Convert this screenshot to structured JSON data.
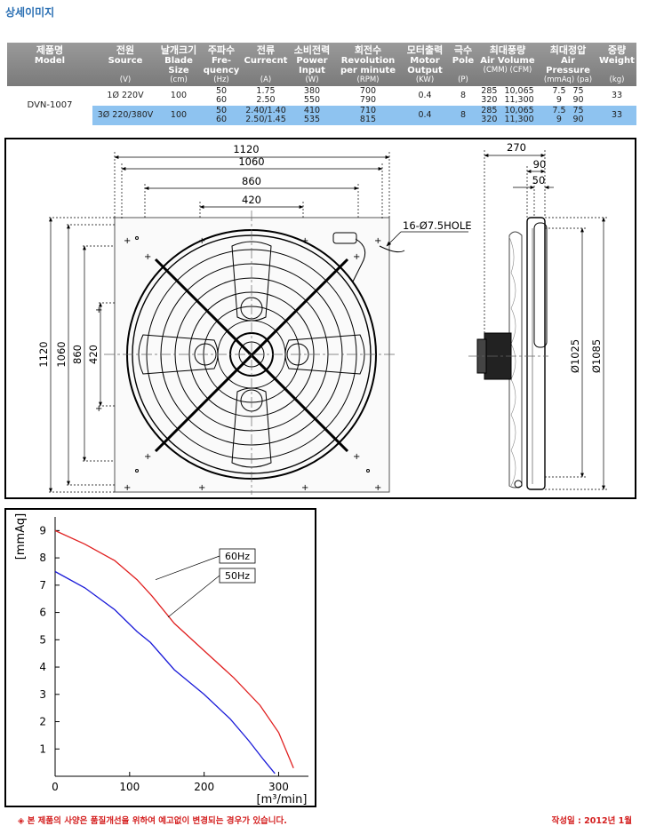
{
  "section_title": "상세이미지",
  "table": {
    "headers": [
      {
        "ko": "제품명",
        "en": "Model",
        "unit": ""
      },
      {
        "ko": "전원",
        "en": "Source",
        "unit": "(V)"
      },
      {
        "ko": "날개크기",
        "en": "Blade Size",
        "unit": "(cm)"
      },
      {
        "ko": "주파수",
        "en": "Fre- quency",
        "unit": "(Hz)"
      },
      {
        "ko": "전류",
        "en": "Currecnt",
        "unit": "(A)"
      },
      {
        "ko": "소비전력",
        "en": "Power Input",
        "unit": "(W)"
      },
      {
        "ko": "회전수",
        "en": "Revolution per minute",
        "unit": "(RPM)"
      },
      {
        "ko": "모터출력",
        "en": "Motor Output",
        "unit": "(KW)"
      },
      {
        "ko": "극수",
        "en": "Pole",
        "unit": "(P)"
      },
      {
        "ko": "최대풍량",
        "en": "Air Volume",
        "unit": "(CMM)  (CFM)"
      },
      {
        "ko": "최대정압",
        "en": "Air Pressure",
        "unit": "(mmAq)  (pa)"
      },
      {
        "ko": "중량",
        "en": "Weight",
        "unit": "(kg)"
      }
    ],
    "model": "DVN-1007",
    "rows": [
      {
        "source": "1Ø 220V",
        "blade": "100",
        "freq": [
          "50",
          "60"
        ],
        "current": [
          "1.75",
          "2.50"
        ],
        "power": [
          "380",
          "550"
        ],
        "rpm": [
          "700",
          "790"
        ],
        "motor": "0.4",
        "pole": "8",
        "cmm": [
          "285",
          "320"
        ],
        "cfm": [
          "10,065",
          "11,300"
        ],
        "mmaq": [
          "7.5",
          "9"
        ],
        "pa": [
          "75",
          "90"
        ],
        "weight": "33"
      },
      {
        "source": "3Ø 220/380V",
        "blade": "100",
        "freq": [
          "50",
          "60"
        ],
        "current": [
          "2.40/1.40",
          "2.50/1.45"
        ],
        "power": [
          "410",
          "535"
        ],
        "rpm": [
          "710",
          "815"
        ],
        "motor": "0.4",
        "pole": "8",
        "cmm": [
          "285",
          "320"
        ],
        "cfm": [
          "10,065",
          "11,300"
        ],
        "mmaq": [
          "7.5",
          "9"
        ],
        "pa": [
          "75",
          "90"
        ],
        "weight": "33"
      }
    ]
  },
  "drawing": {
    "front_dims": {
      "w1": "1120",
      "w2": "1060",
      "w3": "860",
      "w4": "420",
      "h1": "1120",
      "h2": "1060",
      "h3": "860",
      "h4": "420",
      "hole": "16-Ø7.5HOLE"
    },
    "side_dims": {
      "d1": "270",
      "d2": "90",
      "d3": "50",
      "dia1": "Ø1025",
      "dia2": "Ø1085"
    }
  },
  "chart_data": {
    "type": "line",
    "title": "",
    "xlabel": "[m³/min]",
    "ylabel": "[mmAq]",
    "xlim": [
      0,
      340
    ],
    "ylim": [
      0,
      9.5
    ],
    "xticks": [
      0,
      100,
      200,
      300
    ],
    "yticks": [
      1,
      2,
      3,
      4,
      5,
      6,
      7,
      8,
      9
    ],
    "grid": false,
    "series": [
      {
        "name": "60Hz",
        "color": "#e02020",
        "x": [
          0,
          40,
          80,
          110,
          130,
          160,
          200,
          240,
          275,
          300,
          320
        ],
        "y": [
          9.0,
          8.5,
          7.9,
          7.2,
          6.6,
          5.6,
          4.6,
          3.6,
          2.6,
          1.6,
          0.3
        ]
      },
      {
        "name": "50Hz",
        "color": "#1a1ad8",
        "x": [
          0,
          40,
          80,
          110,
          128,
          160,
          200,
          235,
          260,
          280,
          295
        ],
        "y": [
          7.5,
          6.9,
          6.1,
          5.3,
          4.9,
          3.9,
          3.0,
          2.1,
          1.3,
          0.6,
          0.1
        ]
      }
    ]
  },
  "footer": {
    "note": "◈ 본 제품의 사양은 품질개선을 위하여 예고없이 변경되는 경우가 있습니다.",
    "date": "작성일 : 2012년 1월"
  }
}
